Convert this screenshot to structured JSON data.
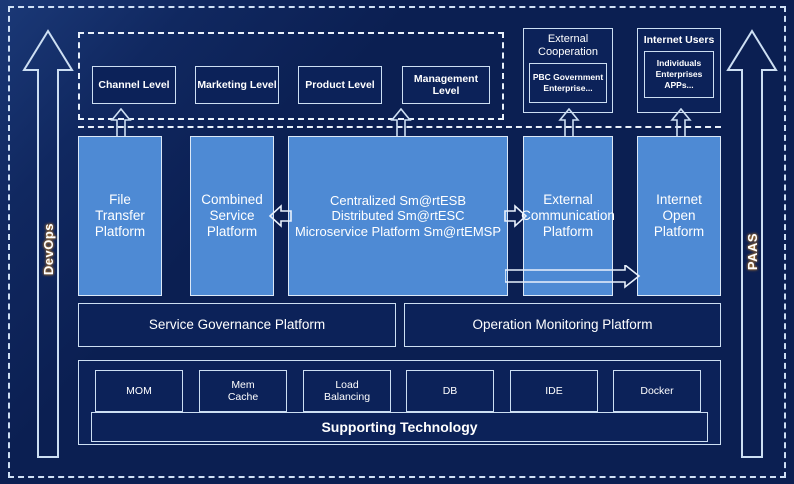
{
  "diagram": {
    "title": "Enterprise Service Platform Architecture",
    "colors": {
      "background": "#0b1f52",
      "panel_dark": "#0c2259",
      "panel_light": "#4e8ad4",
      "stroke": "#cddff3",
      "label_glow": "#b87a2a"
    }
  },
  "side_rails": {
    "left": {
      "label": "DevOps",
      "direction": "up"
    },
    "right": {
      "label": "PAAS",
      "direction": "up"
    }
  },
  "consumer_layer": {
    "group_label": "",
    "items": [
      {
        "label": "Channel Level"
      },
      {
        "label": "Marketing Level"
      },
      {
        "label": "Product Level"
      },
      {
        "label": "Management Level"
      }
    ]
  },
  "external_layer": [
    {
      "title": "External\nCooperation",
      "inner": "PBC Government\nEnterprise..."
    },
    {
      "title": "Internet Users",
      "inner": "Individuals\nEnterprises\nAPPs..."
    }
  ],
  "platform_layer": [
    {
      "label": "File\nTransfer\nPlatform"
    },
    {
      "label": "Combined\nService\nPlatform"
    },
    {
      "label": "Centralized Sm@rtESB\nDistributed Sm@rtESC\nMicroservice Platform Sm@rtEMSP"
    },
    {
      "label": "External\nCommunication\nPlatform"
    },
    {
      "label": "Internet\nOpen\nPlatform"
    }
  ],
  "governance_layer": [
    {
      "label": "Service Governance Platform"
    },
    {
      "label": "Operation Monitoring Platform"
    }
  ],
  "technology_layer": {
    "items": [
      {
        "label": "MOM"
      },
      {
        "label": "Mem\nCache"
      },
      {
        "label": "Load\nBalancing"
      },
      {
        "label": "DB"
      },
      {
        "label": "IDE"
      },
      {
        "label": "Docker"
      }
    ],
    "bar_label": "Supporting Technology"
  }
}
